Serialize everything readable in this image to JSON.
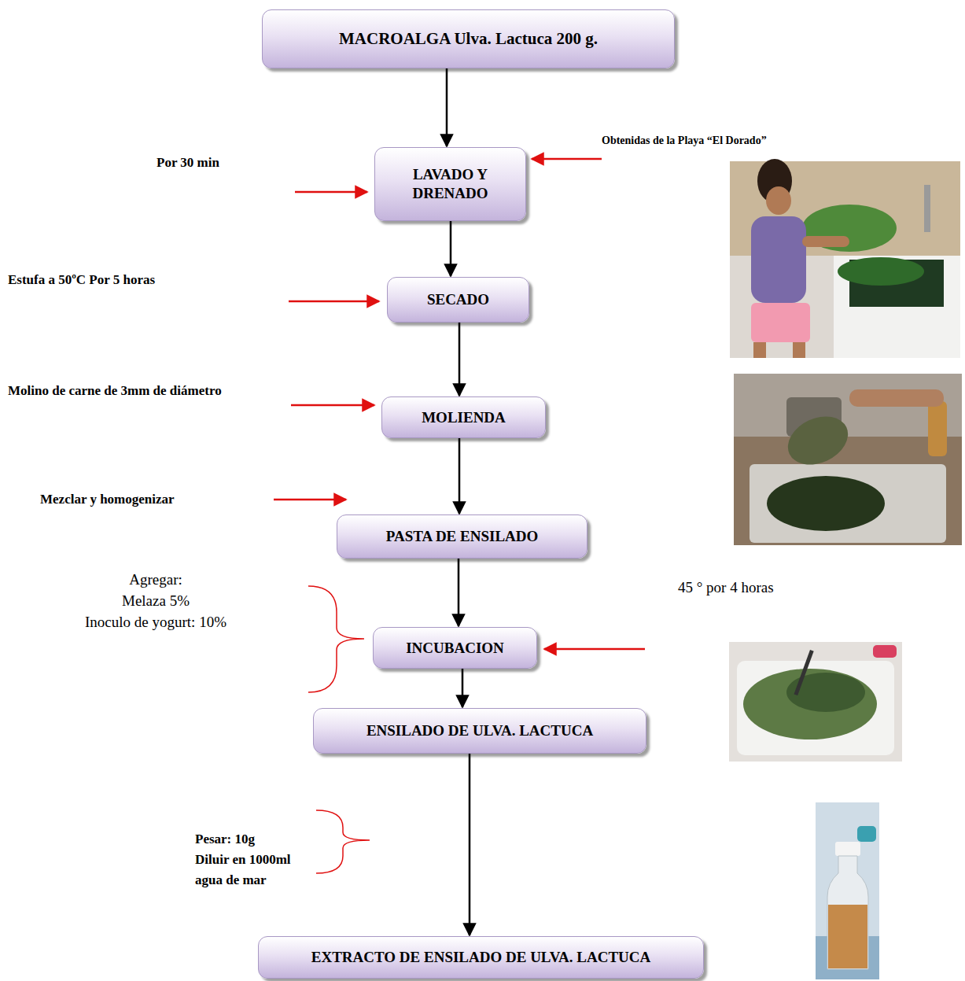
{
  "diagram": {
    "nodes": [
      {
        "text": [
          "MACROALGA Ulva. Lactuca 200 g."
        ]
      },
      {
        "text": [
          "LAVADO Y DRENADO"
        ]
      },
      {
        "text": [
          "SECADO"
        ]
      },
      {
        "text": [
          "MOLIENDA"
        ]
      },
      {
        "text": [
          "PASTA DE ENSILADO"
        ]
      },
      {
        "text": [
          "INCUBACION"
        ]
      },
      {
        "text": [
          "ENSILADO DE ULVA. LACTUCA"
        ]
      },
      {
        "text": [
          "EXTRACTO DE ENSILADO DE ULVA. LACTUCA"
        ]
      }
    ],
    "edges": [
      {
        "from": 0,
        "to": 1,
        "arrow": "to"
      },
      {
        "from": 1,
        "to": 2,
        "arrow": "to"
      },
      {
        "from": 2,
        "to": 3,
        "arrow": "to"
      },
      {
        "from": 3,
        "to": 4,
        "arrow": "to"
      },
      {
        "from": 4,
        "to": 5,
        "arrow": "to"
      },
      {
        "from": 5,
        "to": 6,
        "arrow": "to"
      },
      {
        "from": 6,
        "to": 7,
        "arrow": "to"
      }
    ],
    "labels": [
      "Obtenidas de la Playa “El Dorado”",
      "Por 30 min",
      "Estufa a 50ºC Por 5 horas",
      "Molino de carne de 3mm de diámetro",
      "Mezclar y homogenizar",
      "Agregar:",
      "Melaza 5%",
      "Inoculo de yogurt: 10%",
      "45 ° por 4 horas",
      "Pesar: 10g",
      "Diluir en 1000ml",
      "agua de mar"
    ]
  }
}
